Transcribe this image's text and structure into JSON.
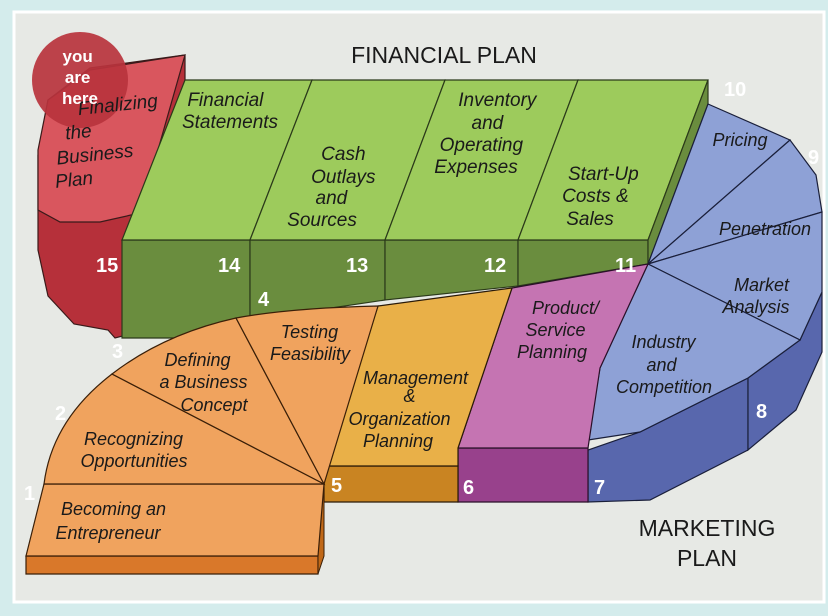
{
  "colors": {
    "background": "#d4ecec",
    "panel": "#e7e9e5",
    "green_top": "#9dcb5c",
    "green_front": "#6a8d3e",
    "red_top": "#d9565e",
    "red_side": "#b6303a",
    "orange_top": "#f0a35e",
    "orange_side": "#d9782a",
    "gold_top": "#e9b048",
    "gold_side": "#c98422",
    "magenta_top": "#c574b2",
    "magenta_side": "#98418c",
    "blue_top": "#8ea1d6",
    "blue_side": "#5867ad",
    "marker": "#b8333d"
  },
  "headings": {
    "financial_plan": "FINANCIAL PLAN",
    "marketing_plan_line1": "MARKETING",
    "marketing_plan_line2": "PLAN"
  },
  "you_are_here": [
    "you",
    "are",
    "here"
  ],
  "steps": {
    "s1": {
      "number": "1",
      "lines": [
        "Becoming an",
        "Entrepreneur"
      ]
    },
    "s2": {
      "number": "2",
      "lines": [
        "Recognizing",
        "Opportunities"
      ]
    },
    "s3": {
      "number": "3",
      "lines": [
        "Defining",
        "a Business",
        "Concept"
      ]
    },
    "s4": {
      "number": "4",
      "lines": [
        "Testing",
        "Feasibility"
      ]
    },
    "s5": {
      "number": "5",
      "lines": [
        "Management",
        "&",
        "Organization",
        "Planning"
      ]
    },
    "s6": {
      "number": "6",
      "lines": [
        "Product/",
        "Service",
        "Planning"
      ]
    },
    "s7": {
      "number": "7",
      "lines": [
        "Industry",
        "and",
        "Competition"
      ]
    },
    "s8": {
      "number": "8",
      "lines": [
        "Market",
        "Analysis"
      ]
    },
    "s9": {
      "number": "9",
      "lines": [
        "Penetration"
      ]
    },
    "s10": {
      "number": "10",
      "lines": [
        "Pricing"
      ]
    },
    "s11": {
      "number": "11",
      "lines": [
        "Start-Up",
        "Costs &",
        "Sales"
      ]
    },
    "s12": {
      "number": "12",
      "lines": [
        "Inventory",
        "and",
        "Operating",
        "Expenses"
      ]
    },
    "s13": {
      "number": "13",
      "lines": [
        "Cash",
        "Outlays",
        "and",
        "Sources"
      ]
    },
    "s14": {
      "number": "14",
      "lines": [
        "Financial",
        "Statements"
      ]
    },
    "s15": {
      "number": "15",
      "lines": [
        "Finalizing",
        "the",
        "Business",
        "Plan"
      ]
    }
  }
}
